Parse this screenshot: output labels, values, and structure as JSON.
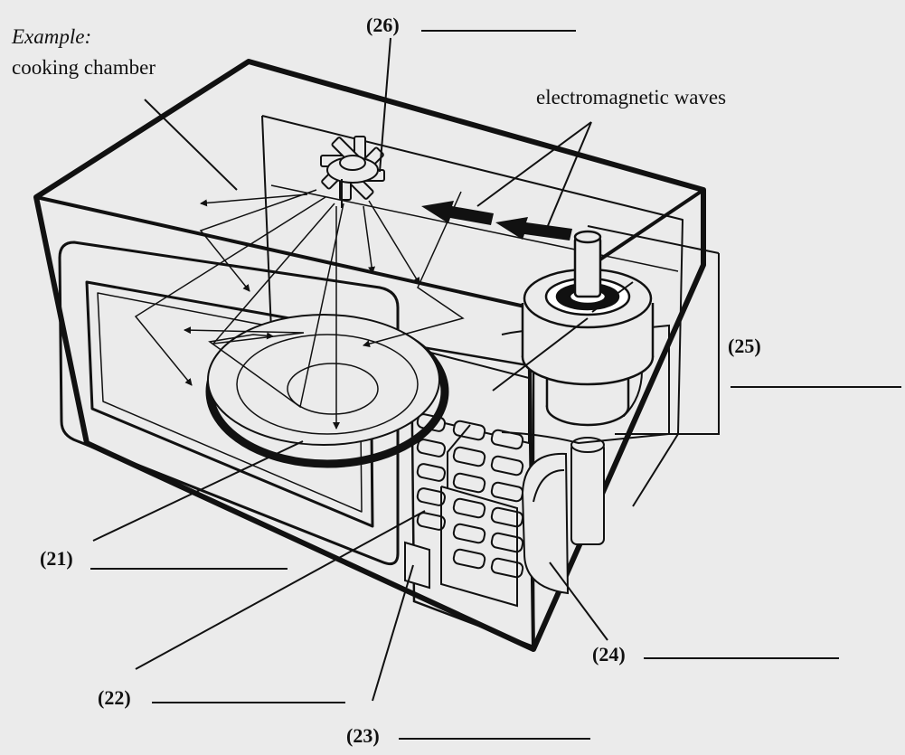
{
  "example": {
    "heading": "Example:",
    "answer": "cooking chamber"
  },
  "caption_waves": "electromagnetic waves",
  "labels": {
    "l21": "(21)",
    "l22": "(22)",
    "l23": "(23)",
    "l24": "(24)",
    "l25": "(25)",
    "l26": "(26)"
  },
  "colors": {
    "background": "#ebebeb",
    "ink": "#111111"
  }
}
